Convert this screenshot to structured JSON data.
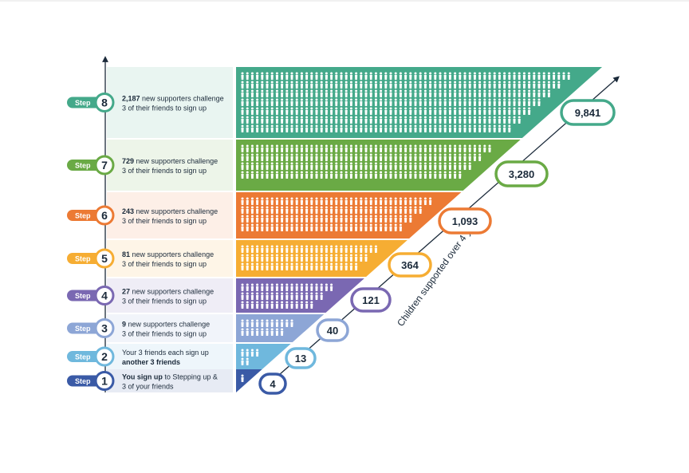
{
  "diagram": {
    "axis_caption": "Children supported over 4 years",
    "step_word": "Step",
    "steps": [
      {
        "number": "1",
        "color": "#3a5aa6",
        "line1_bold": "You sign up",
        "line1_rest": " to Stepping up &",
        "line2_bold": "",
        "line2_rest": "3 of your friends",
        "people": 1,
        "total": "4"
      },
      {
        "number": "2",
        "color": "#6fb8dd",
        "line1_bold": "",
        "line1_rest": "Your 3 friends each sign up",
        "line2_bold": "another 3 friends",
        "line2_rest": "",
        "people": 9,
        "total": "13"
      },
      {
        "number": "3",
        "color": "#8da6d6",
        "line1_bold": "9",
        "line1_rest": " new supporters challenge",
        "line2_bold": "",
        "line2_rest": "3 of their friends to sign up",
        "people": 27,
        "total": "40"
      },
      {
        "number": "4",
        "color": "#7a68b2",
        "line1_bold": "27",
        "line1_rest": " new supporters challenge",
        "line2_bold": "",
        "line2_rest": "3 of their friends to sign up",
        "people": 81,
        "total": "121"
      },
      {
        "number": "5",
        "color": "#f6ad33",
        "line1_bold": "81",
        "line1_rest": " new supporters challenge",
        "line2_bold": "",
        "line2_rest": "3 of their friends to sign up",
        "people": 243,
        "total": "364"
      },
      {
        "number": "6",
        "color": "#ec7a34",
        "line1_bold": "243",
        "line1_rest": " new supporters challenge",
        "line2_bold": "",
        "line2_rest": "3 of their friends to sign up",
        "people": 729,
        "total": "1,093"
      },
      {
        "number": "7",
        "color": "#6aaa45",
        "line1_bold": "729",
        "line1_rest": " new supporters challenge",
        "line2_bold": "",
        "line2_rest": "3 of their friends to sign up",
        "people": 2187,
        "total": "3,280"
      },
      {
        "number": "8",
        "color": "#44a98a",
        "line1_bold": "2,187",
        "line1_rest": " new supporters challenge",
        "line2_bold": "",
        "line2_rest": "3 of their friends to sign up",
        "people": 6561,
        "total": "9,841"
      }
    ]
  }
}
